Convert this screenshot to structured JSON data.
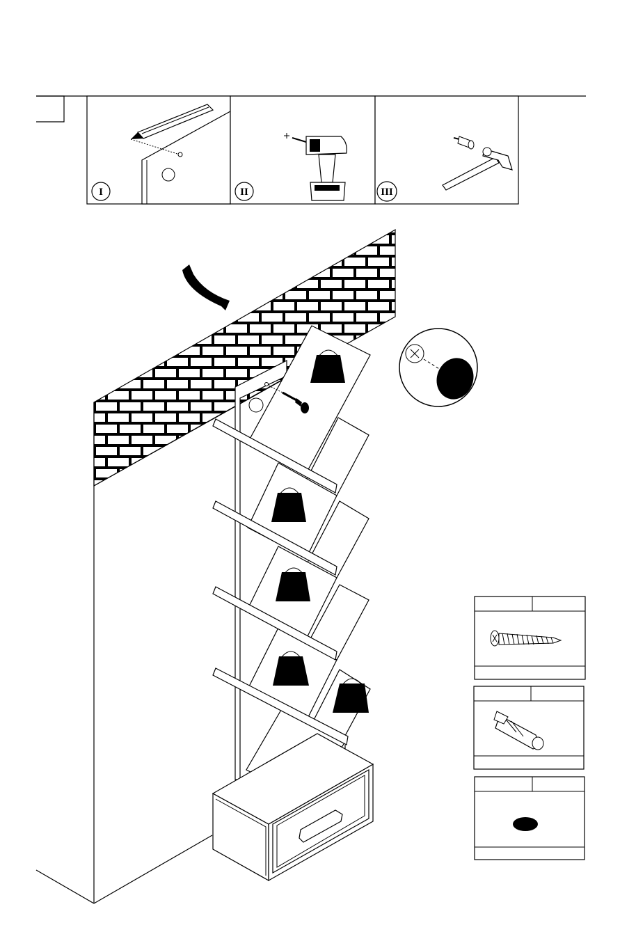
{
  "steps": [
    {
      "numeral": "I",
      "tool": "pencil-icon"
    },
    {
      "numeral": "II",
      "tool": "drill-icon"
    },
    {
      "numeral": "III",
      "tool": "hammer-icon"
    }
  ],
  "hardware": [
    {
      "part": "wood-screw-icon",
      "code": "",
      "qty": ""
    },
    {
      "part": "wall-anchor-icon",
      "code": "",
      "qty": ""
    },
    {
      "part": "screw-cap-icon",
      "code": "",
      "qty": ""
    }
  ],
  "colors": {
    "line": "#000000",
    "fill": "#ffffff"
  }
}
